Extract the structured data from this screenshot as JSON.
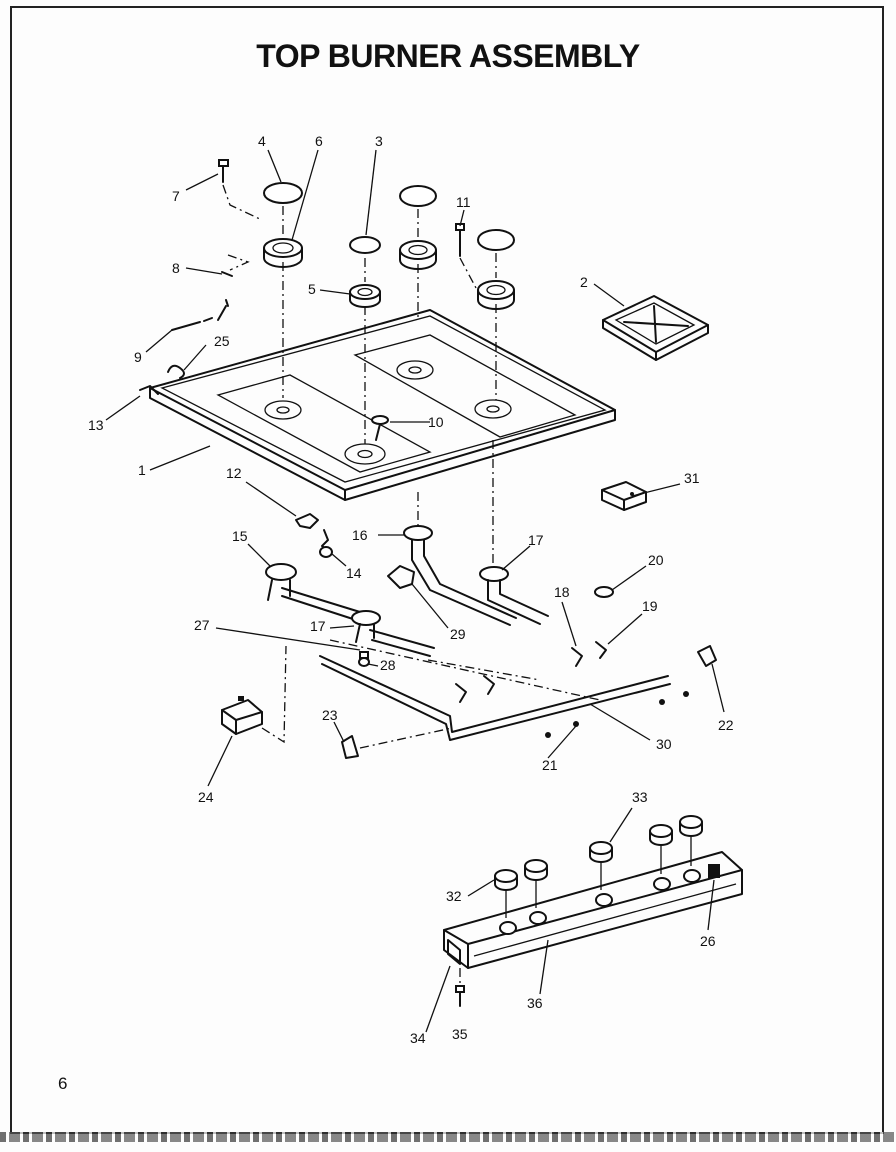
{
  "title": "TOP BURNER ASSEMBLY",
  "page_number": "6",
  "callouts": {
    "n1": "1",
    "n2": "2",
    "n3": "3",
    "n4": "4",
    "n5": "5",
    "n6": "6",
    "n7": "7",
    "n8": "8",
    "n9": "9",
    "n10": "10",
    "n11": "11",
    "n12": "12",
    "n13": "13",
    "n14": "14",
    "n15": "15",
    "n16": "16",
    "n17": "17",
    "n18": "18",
    "n19": "19",
    "n20": "20",
    "n21": "21",
    "n22": "22",
    "n23": "23",
    "n24": "24",
    "n25": "25",
    "n26": "26",
    "n27": "27",
    "n28": "28",
    "n29": "29",
    "n30": "30",
    "n31": "31",
    "n32": "32",
    "n33": "33",
    "n34": "34",
    "n35": "35",
    "n36": "36"
  }
}
